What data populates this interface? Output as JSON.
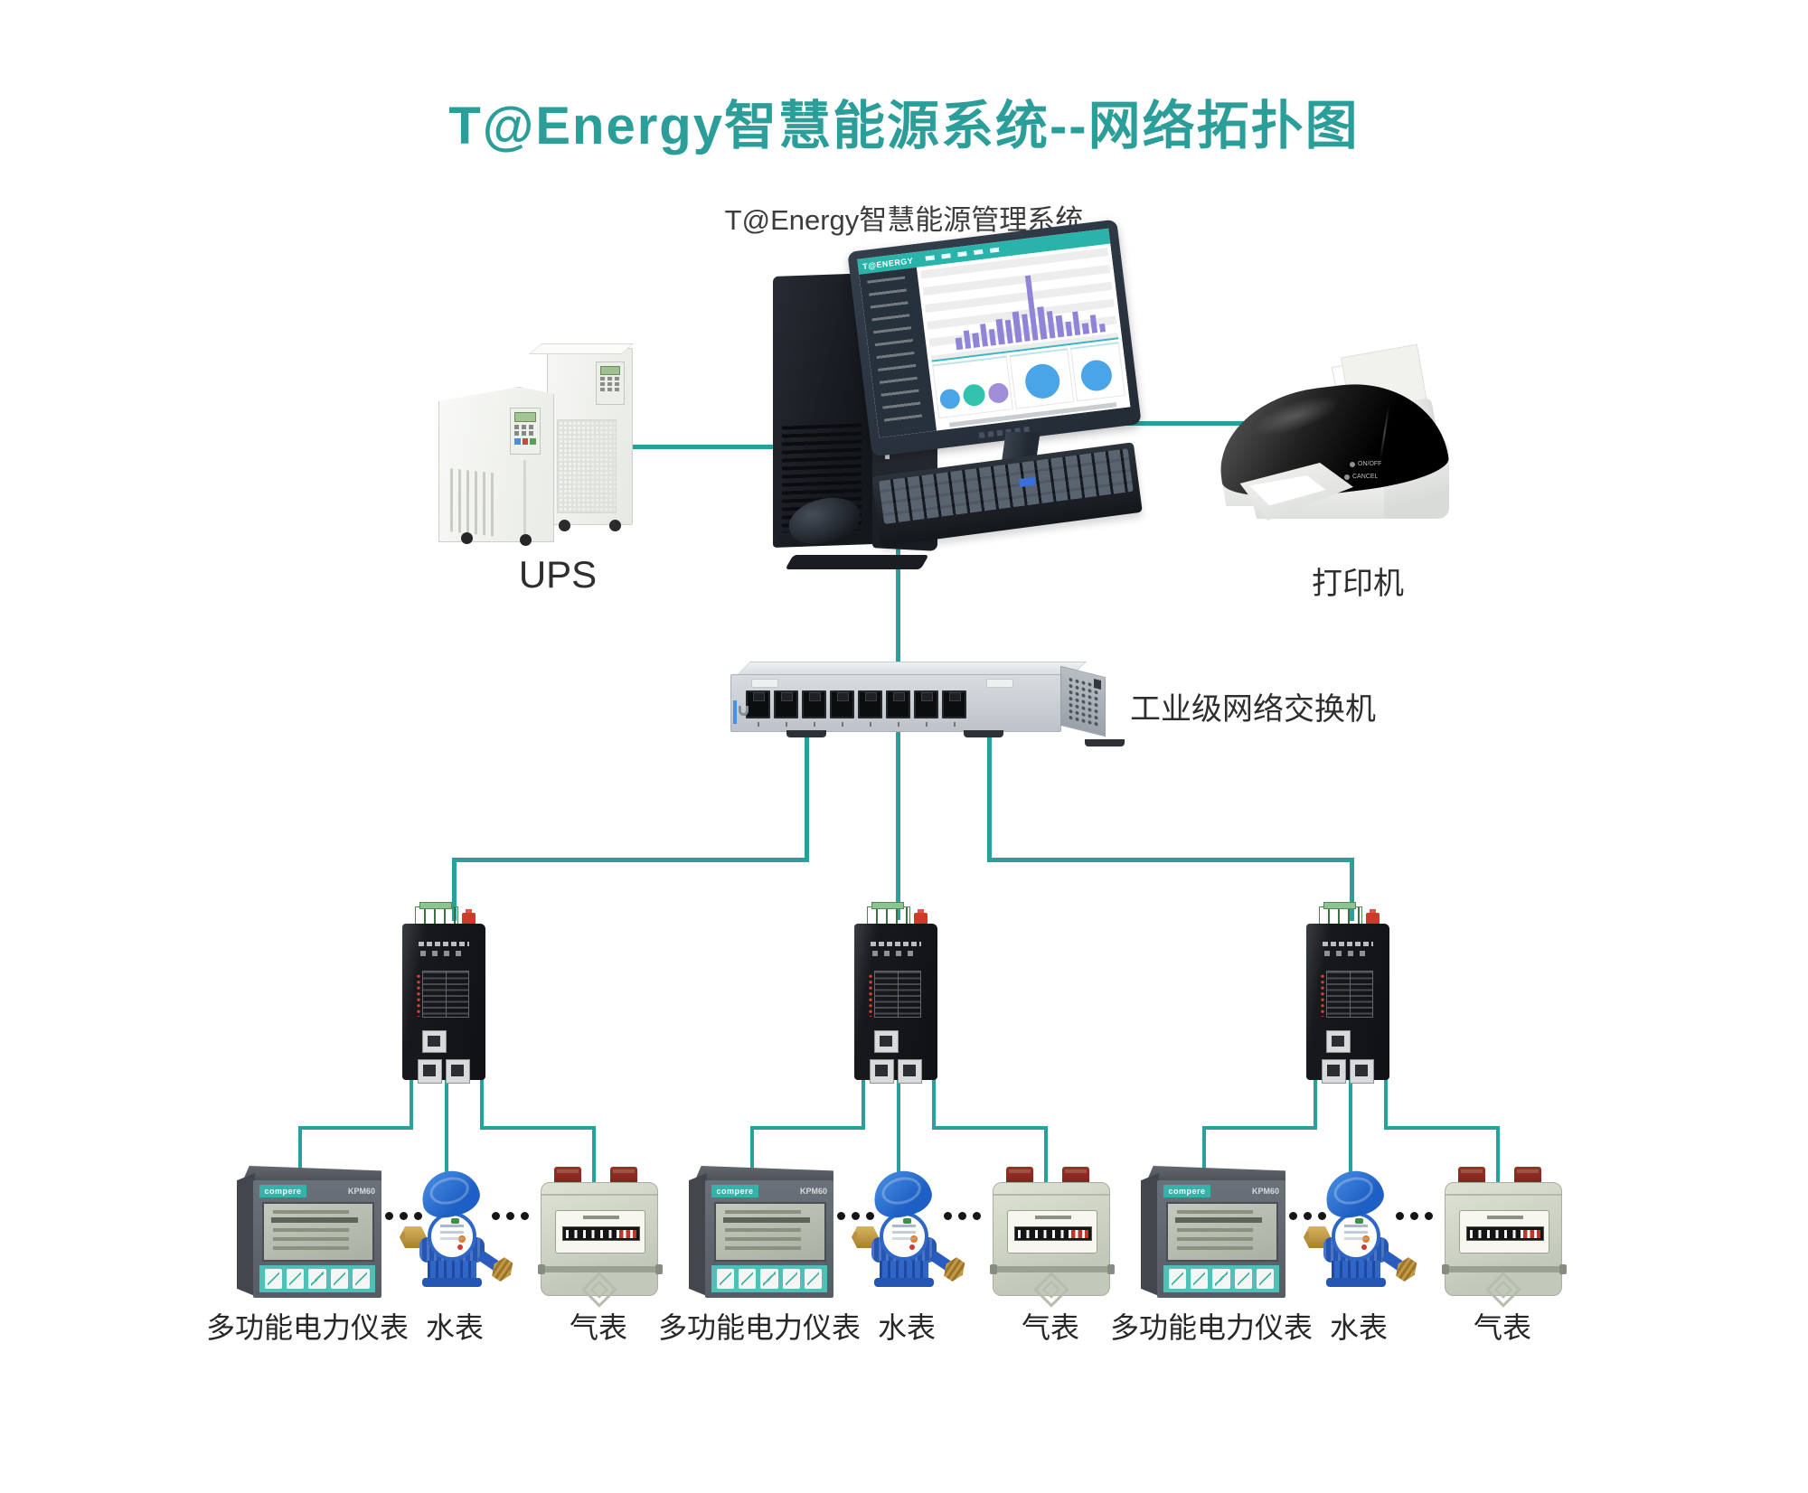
{
  "title": "T@Energy智慧能源系统--网络拓扑图",
  "subtitle": "T@Energy智慧能源管理系统",
  "colors": {
    "accent": "#2B9E99",
    "wire": "#2AA09C"
  },
  "computer": {
    "screen_logo": "T@ENERGY"
  },
  "labels": {
    "ups": "UPS",
    "printer": "打印机",
    "switch": "工业级网络交换机"
  },
  "meter_labels": {
    "power": "多功能电力仪表",
    "water": "水表",
    "gas": "气表"
  },
  "power_meter": {
    "brand": "compere",
    "model": "KPM60"
  },
  "printer_buttons": {
    "power": "ON/OFF",
    "cancel": "CANCEL"
  },
  "ellipsis": "···"
}
